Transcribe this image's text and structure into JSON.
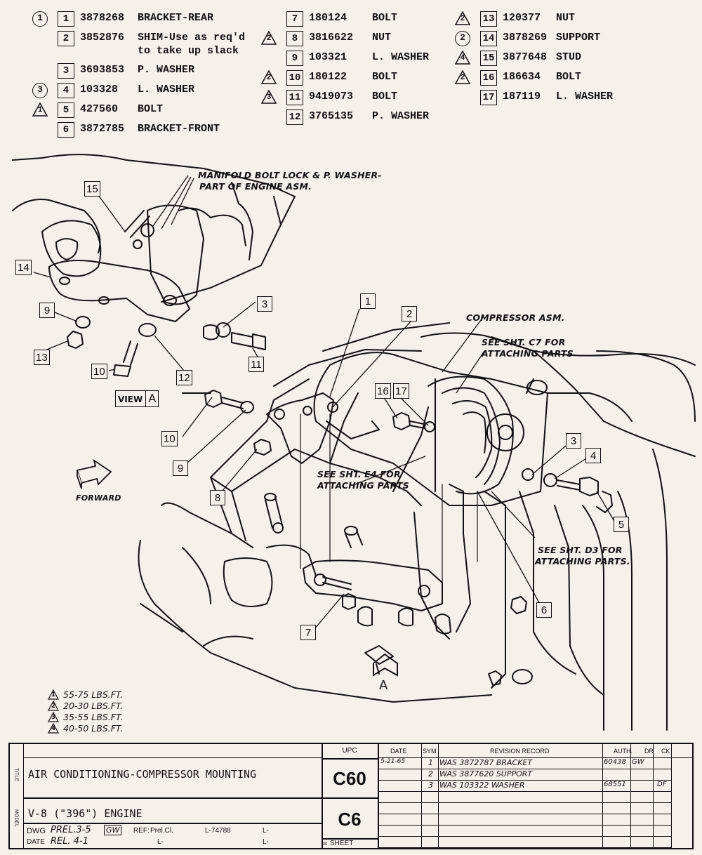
{
  "parts_list": {
    "col1": [
      {
        "sym_type": "circle",
        "sym": "1",
        "no": "1",
        "part": "3878268",
        "desc": "BRACKET-REAR"
      },
      {
        "sym_type": "",
        "sym": "",
        "no": "2",
        "part": "3852876",
        "desc": "SHIM-Use as req'd",
        "desc2": "to take up slack"
      },
      {
        "sym_type": "",
        "sym": "",
        "no": "3",
        "part": "3693853",
        "desc": "P. WASHER"
      },
      {
        "sym_type": "circle",
        "sym": "3",
        "no": "4",
        "part": "103328",
        "desc": "L. WASHER"
      },
      {
        "sym_type": "triangle",
        "sym": "1",
        "no": "5",
        "part": "427560",
        "desc": "BOLT"
      },
      {
        "sym_type": "",
        "sym": "",
        "no": "6",
        "part": "3872785",
        "desc": "BRACKET-FRONT"
      }
    ],
    "col2": [
      {
        "sym_type": "",
        "sym": "",
        "no": "7",
        "part": "180124",
        "desc": "BOLT"
      },
      {
        "sym_type": "triangle",
        "sym": "2",
        "no": "8",
        "part": "3816622",
        "desc": "NUT"
      },
      {
        "sym_type": "",
        "sym": "",
        "no": "9",
        "part": "103321",
        "desc": "L. WASHER"
      },
      {
        "sym_type": "triangle",
        "sym": "2",
        "no": "10",
        "part": "180122",
        "desc": "BOLT"
      },
      {
        "sym_type": "triangle",
        "sym": "3",
        "no": "11",
        "part": "9419073",
        "desc": "BOLT"
      },
      {
        "sym_type": "",
        "sym": "",
        "no": "12",
        "part": "3765135",
        "desc": "P. WASHER"
      }
    ],
    "col3": [
      {
        "sym_type": "triangle",
        "sym": "2",
        "no": "13",
        "part": "120377",
        "desc": "NUT"
      },
      {
        "sym_type": "circle",
        "sym": "2",
        "no": "14",
        "part": "3878269",
        "desc": "SUPPORT"
      },
      {
        "sym_type": "triangle",
        "sym": "4",
        "no": "15",
        "part": "3877648",
        "desc": "STUD"
      },
      {
        "sym_type": "triangle",
        "sym": "2",
        "no": "16",
        "part": "186634",
        "desc": "BOLT"
      },
      {
        "sym_type": "",
        "sym": "",
        "no": "17",
        "part": "187119",
        "desc": "L. WASHER"
      }
    ]
  },
  "diagram": {
    "callouts": {
      "c15": "15",
      "c14": "14",
      "c9a": "9",
      "c13": "13",
      "c10a": "10",
      "c12": "12",
      "c3a": "3",
      "c11": "11",
      "c1": "1",
      "c2": "2",
      "c16": "16",
      "c17": "17",
      "c10b": "10",
      "c9b": "9",
      "c8": "8",
      "c3b": "3",
      "c4": "4",
      "c5": "5",
      "c6": "6",
      "c7": "7",
      "view_a": "A"
    },
    "notes": {
      "manifold_1": "MANIFOLD BOLT LOCK & P. WASHER-",
      "manifold_2": "PART OF ENGINE ASM.",
      "compressor": "COMPRESSOR ASM.",
      "c7_1": "SEE SHT. C7 FOR",
      "c7_2": "ATTACHING PARTS",
      "e4_1": "SEE SHT. E4 FOR",
      "e4_2": "ATTACHING PARTS",
      "d3_1": "SEE SHT. D3 FOR",
      "d3_2": "ATTACHING PARTS.",
      "forward": "FORWARD",
      "view": "VIEW",
      "view_letter": "A",
      "arrow_letter": "A"
    }
  },
  "torque": [
    {
      "sym": "1",
      "text": "55-75 LBS.FT."
    },
    {
      "sym": "2",
      "text": "20-30 LBS.FT."
    },
    {
      "sym": "3",
      "text": "35-55 LBS.FT."
    },
    {
      "sym": "4",
      "text": "40-50 LBS.FT."
    }
  ],
  "title_block": {
    "title_side": "TITLE",
    "model_side": "MODEL",
    "title": "AIR CONDITIONING-COMPRESSOR MOUNTING",
    "model": "V-8 (\"396\") ENGINE",
    "upc_header": "UPC",
    "upc": "C60",
    "sheet_code": "C6",
    "sheet_label": "SHEET",
    "dwg_label": "DWG",
    "dwg_value": "PREL.3-5",
    "dwg_init": "GW",
    "date_label": "DATE",
    "date_value": "REL. 4-1",
    "ref_label": "REF:",
    "ref_value": "Prel.Cl.",
    "l1": "L-74788",
    "l2": "L-",
    "l3": "L-",
    "l4": "L-",
    "headers": {
      "date": "DATE",
      "sym": "SYM",
      "record": "REVISION RECORD",
      "auth": "AUTH.",
      "dr": "DR",
      "ck": "CK"
    },
    "revisions": [
      {
        "date": "5-21-65",
        "sym": "1",
        "record": "WAS 3872787 BRACKET",
        "auth": "60438",
        "dr": "GW",
        "ck": ""
      },
      {
        "date": "",
        "sym": "2",
        "record": "WAS 3877620 SUPPORT",
        "auth": "",
        "dr": "",
        "ck": ""
      },
      {
        "date": "",
        "sym": "3",
        "record": "WAS 103322 WASHER",
        "auth": "68551",
        "dr": "",
        "ck": "DF"
      }
    ]
  }
}
